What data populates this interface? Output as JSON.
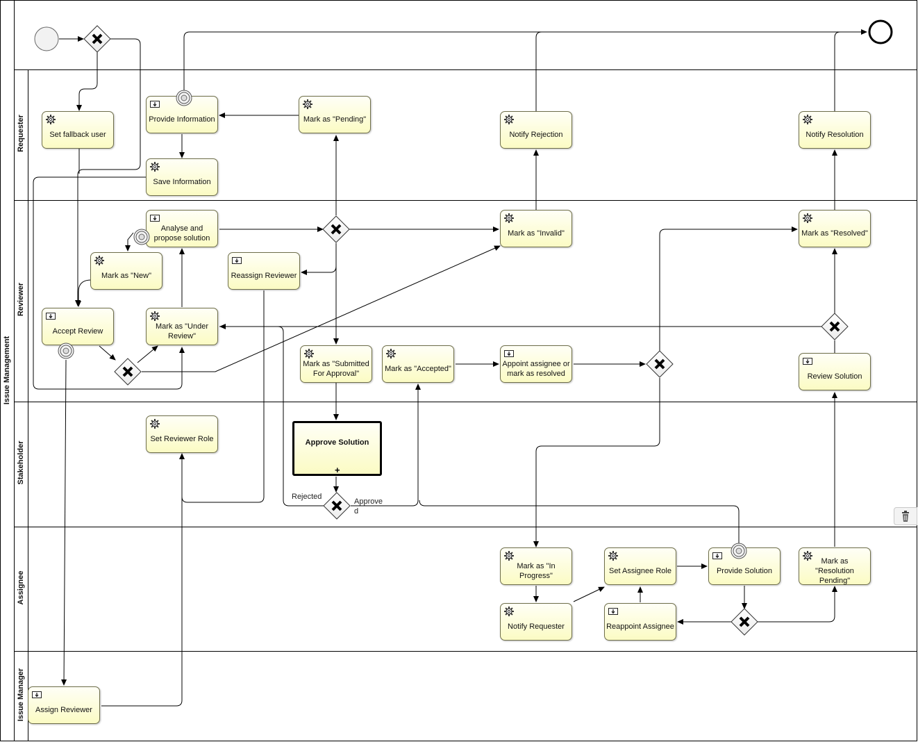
{
  "pool": {
    "name": "Issue Management"
  },
  "lanes": [
    {
      "name": "Requester"
    },
    {
      "name": "Reviewer"
    },
    {
      "name": "Stakeholder"
    },
    {
      "name": "Assignee"
    },
    {
      "name": "Issue Manager"
    }
  ],
  "tasks": {
    "set_fallback_user": "Set fallback user",
    "provide_information": "Provide Information",
    "save_information": "Save Information",
    "mark_pending": "Mark as \"Pending\"",
    "notify_rejection": "Notify Rejection",
    "notify_resolution": "Notify Resolution",
    "analyse_propose": "Analyse and propose solution",
    "mark_new": "Mark as \"New\"",
    "reassign_reviewer": "Reassign Reviewer",
    "mark_invalid": "Mark as \"Invalid\"",
    "mark_resolved": "Mark as \"Resolved\"",
    "accept_review": "Accept Review",
    "mark_under_review": "Mark as \"Under Review\"",
    "mark_submitted": "Mark as \"Submitted For Approval\"",
    "mark_accepted": "Mark as \"Accepted\"",
    "appoint_assignee": "Appoint assignee or mark as resolved",
    "review_solution": "Review Solution",
    "set_reviewer_role": "Set Reviewer Role",
    "approve_solution": "Approve Solution",
    "mark_in_progress": "Mark as \"In Progress\"",
    "set_assignee_role": "Set Assignee Role",
    "provide_solution": "Provide Solution",
    "mark_resolution_pending": "Mark as \"Resolution Pending\"",
    "notify_requester": "Notify Requester",
    "reappoint_assignee": "Reappoint Assignee",
    "assign_reviewer": "Assign Reviewer"
  },
  "flow_labels": {
    "rejected": "Rejected",
    "approved_line1": "Approve",
    "approved_line2": "d"
  },
  "icons": {
    "service_task": "gear-icon",
    "user_task": "user-task-icon",
    "timer": "timer-event-icon",
    "gateway": "exclusive-gateway-icon",
    "trash": "trash-icon"
  },
  "colors": {
    "task_fill_top": "#fffff6",
    "task_fill_bottom": "#fbfbc4",
    "task_border": "#6e6e4a",
    "line": "#000000"
  }
}
